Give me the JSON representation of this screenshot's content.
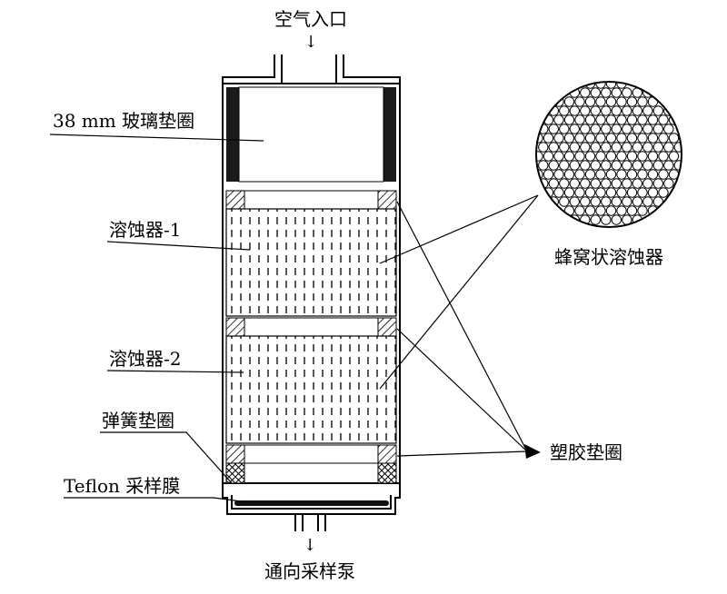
{
  "labels": {
    "air_inlet": "空气入口",
    "inlet_arrow": "↓",
    "glass_gasket": "38 mm 玻璃垫圈",
    "denuder_1": "溶蚀器-1",
    "denuder_2": "溶蚀器-2",
    "spring_gasket": "弹簧垫圈",
    "teflon_membrane": "Teflon 采样膜",
    "honeycomb_denuder": "蜂窝状溶蚀器",
    "plastic_gasket": "塑胶垫圈",
    "outlet_arrow": "↓",
    "to_pump": "通向采样泵"
  }
}
